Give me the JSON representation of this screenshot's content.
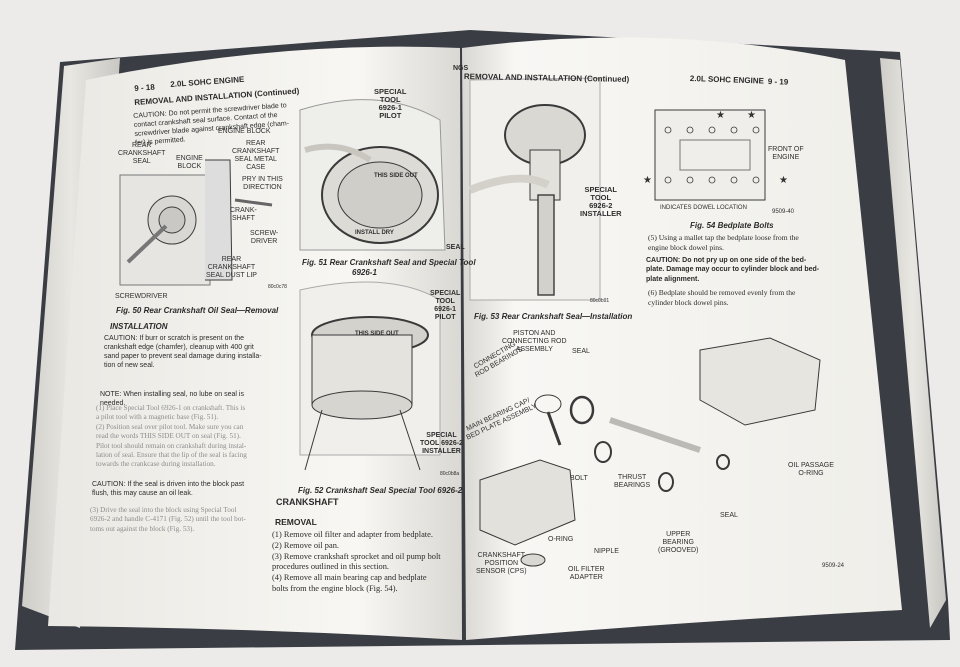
{
  "left_page": {
    "header_page": "9 - 18",
    "header_title": "2.0L SOHC ENGINE",
    "section_title": "REMOVAL AND INSTALLATION (Continued)",
    "caution_1": [
      "CAUTION: Do not permit the screwdriver blade to",
      "contact crankshaft seal surface. Contact of the",
      "screwdriver blade against crankshaft edge (cham-",
      "fer) is permitted."
    ],
    "fig50": {
      "labels": {
        "rear_seal": "REAR\nCRANKSHAFT\nSEAL",
        "engine_block": "ENGINE\nBLOCK",
        "engine_block_top": "ENGINE BLOCK",
        "rear_metal_case": "REAR\nCRANKSHAFT\nSEAL METAL\nCASE",
        "pry": "PRY IN THIS\nDIRECTION",
        "crankshaft": "CRANK-\nSHAFT",
        "screwdriver_side": "SCREW-\nDRIVER",
        "dust_lip": "REAR\nCRANKSHAFT\nSEAL DUST LIP",
        "screwdriver": "SCREWDRIVER",
        "code": "80c0c78"
      },
      "caption": "Fig. 50 Rear Crankshaft Oil Seal—Removal"
    },
    "installation_heading": "INSTALLATION",
    "caution_2": [
      "CAUTION: If burr or scratch is present on the",
      "crankshaft edge (chamfer), cleanup with 400 grit",
      "sand paper to prevent seal damage during installa-",
      "tion of new seal."
    ],
    "note": [
      "NOTE: When installing seal, no lube on seal is",
      "needed."
    ],
    "steps": [
      "(1) Place Special Tool 6926-1 on crankshaft. This is",
      "a pilot tool with a magnetic base (Fig. 51).",
      "(2) Position seal over pilot tool. Make sure you can",
      "read the words THIS SIDE OUT on seal (Fig. 51).",
      "Pilot tool should remain on crankshaft during instal-",
      "lation of seal. Ensure that the lip of the seal is facing",
      "towards the crankcase during installation."
    ],
    "caution_3": [
      "CAUTION: If the seal is driven into the block past",
      "flush, this may cause an oil leak."
    ],
    "step3": [
      "(3) Drive the seal into the block using Special Tool",
      "6926-2 and handle C-4171 (Fig. 52) until the tool bot-",
      "toms out against the block (Fig. 53)."
    ],
    "fig51": {
      "labels": {
        "tool": "SPECIAL\nTOOL\n6926-1\nPILOT",
        "side_out": "THIS SIDE OUT",
        "install_dry": "INSTALL DRY",
        "seal": "SEAL"
      },
      "caption": [
        "Fig. 51 Rear Crankshaft Seal and Special Tool",
        "6926-1"
      ]
    },
    "fig52": {
      "labels": {
        "special": "SPECIAL\nTOOL\n6926-1\nPILOT",
        "side_out": "THIS SIDE OUT",
        "installer": "SPECIAL\nTOOL 6926-2\nINSTALLER",
        "code": "80c0b8a"
      },
      "caption": "Fig. 52 Crankshaft Seal Special Tool 6926-2"
    },
    "crankshaft_heading": "CRANKSHAFT",
    "removal_heading": "REMOVAL",
    "removal_steps": [
      "(1) Remove oil filter and adapter from bedplate.",
      "(2) Remove oil pan.",
      "(3) Remove crankshaft sprocket and oil pump bolt",
      "procedures outlined in this section.",
      "(4) Remove all main bearing cap and bedplate",
      "bolts from the engine block (Fig. 54)."
    ]
  },
  "right_page": {
    "header_left": "REMOVAL AND INSTALLATION (Continued)",
    "header_page": "9 - 19",
    "header_title": "2.0L SOHC ENGINE",
    "corner_fragment": "NGS",
    "fig53": {
      "labels": {
        "tool": "SPECIAL\nTOOL\n6926-2\nINSTALLER",
        "code": "80c0b91"
      },
      "caption": "Fig. 53 Rear Crankshaft Seal—Installation"
    },
    "fig54": {
      "labels": {
        "front": "FRONT OF\nENGINE",
        "dowel": "INDICATES DOWEL LOCATION",
        "code": "9509-40"
      },
      "caption": "Fig. 54 Bedplate Bolts"
    },
    "text_5": [
      "(5) Using a mallet tap the bedplate loose from the",
      "engine block dowel pins."
    ],
    "caution_4": [
      "CAUTION: Do not pry up on one side of the bed-",
      "plate. Damage may occur to cylinder block and bed-",
      "plate alignment."
    ],
    "text_6": [
      "(6) Bedplate should be removed evenly from the",
      "cylinder block dowel pins."
    ],
    "exploded": {
      "labels": {
        "piston": "PISTON AND\nCONNECTING ROD\nASSEMBLY",
        "seal_top": "SEAL",
        "rod_bearings": "CONNECTING\nROD BEARINGS",
        "main_cap": "MAIN BEARING CAP/\nBED PLATE ASSEMBLY",
        "bolt": "BOLT",
        "thrust": "THRUST\nBEARINGS",
        "upper": "UPPER\nBEARING\n(GROOVED)",
        "seal_bottom": "SEAL",
        "oil_passage": "OIL PASSAGE\nO-RING",
        "o_ring": "O-RING",
        "nipple": "NIPPLE",
        "cps": "CRANKSHAFT\nPOSITION\nSENSOR (CPS)",
        "adapter": "OIL FILTER\nADAPTER",
        "code": "9509-24"
      }
    }
  },
  "colors": {
    "background": "#ecebe9",
    "page": "#f7f6f2",
    "ink": "#2b2b2b",
    "cover": "#3a3e44"
  }
}
